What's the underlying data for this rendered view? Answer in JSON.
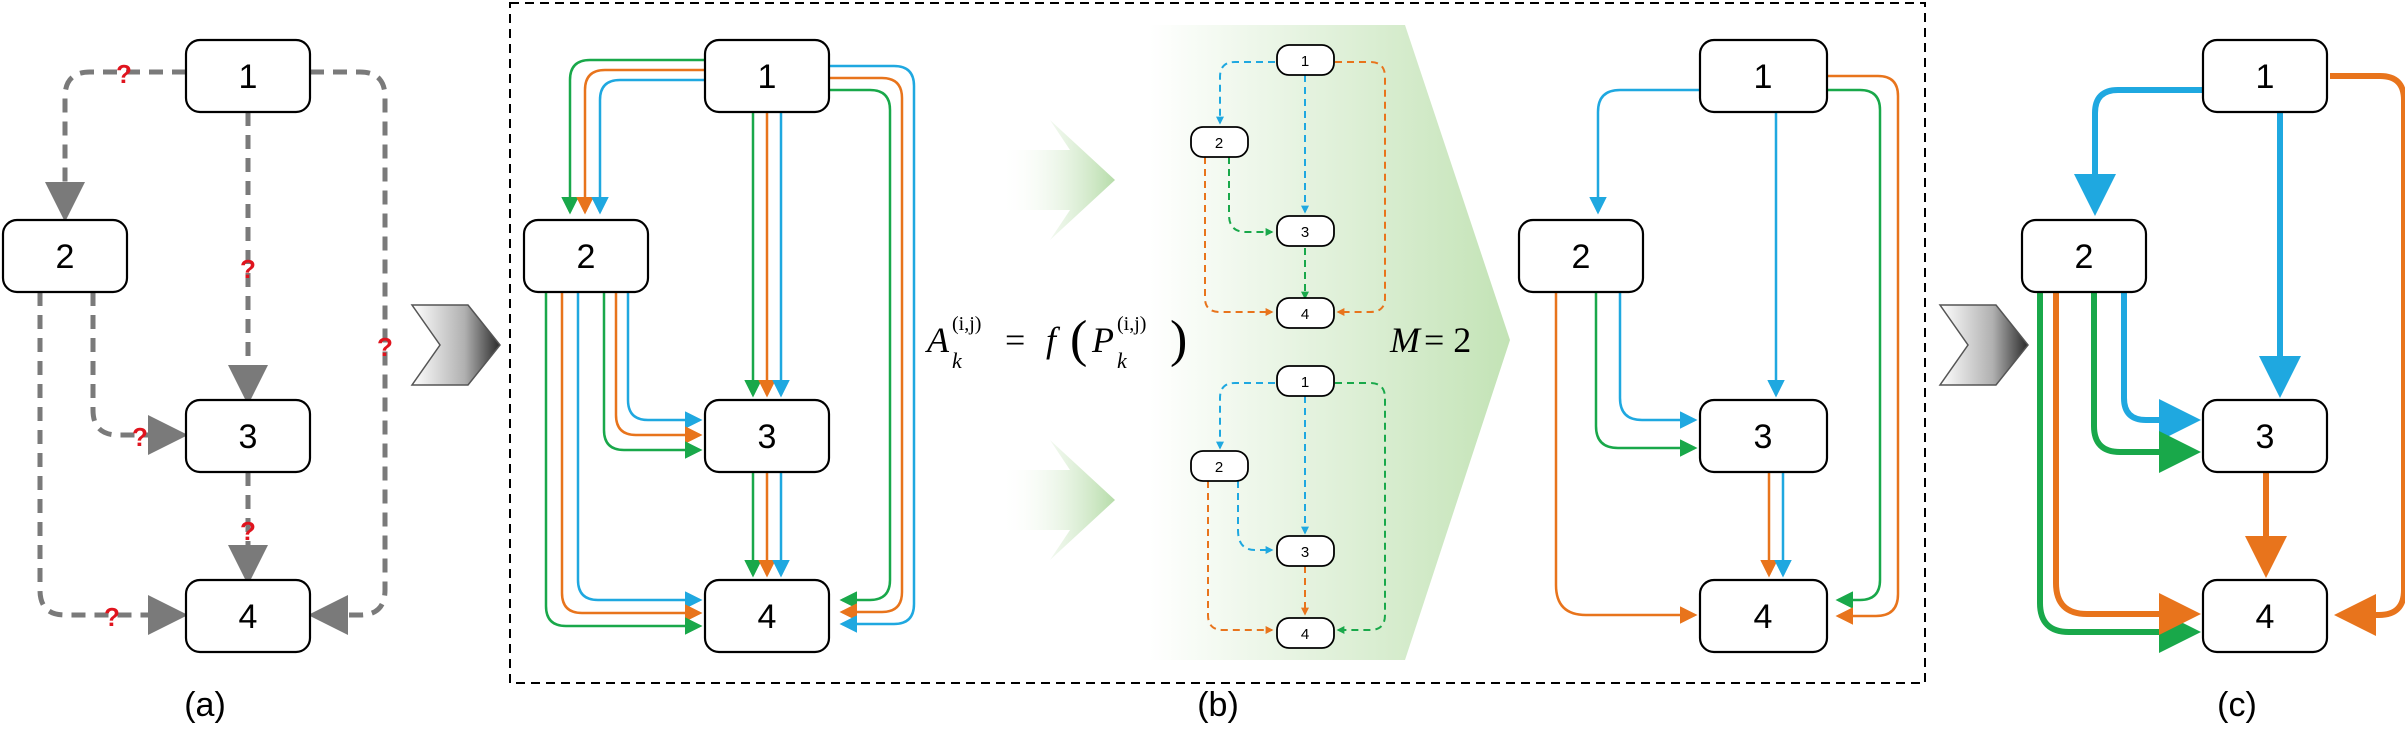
{
  "nodes": {
    "n1": "1",
    "n2": "2",
    "n3": "3",
    "n4": "4"
  },
  "panel_labels": {
    "a": "(a)",
    "b": "(b)",
    "c": "(c)"
  },
  "unknown_mark": "?",
  "formula": {
    "lhs_symbol": "A",
    "sub": "k",
    "sup": "(i,j)",
    "equals": "=",
    "func": "f",
    "arg_symbol": "P",
    "arg_sub": "k",
    "arg_sup": "(i,j)"
  },
  "m_label": {
    "symbol": "M",
    "equals": "= 2"
  },
  "colors": {
    "gray": "#7a7a7a",
    "blue": "#1fa8e0",
    "orange": "#e8741c",
    "green": "#19a84a",
    "red": "#e0141e",
    "green_fade": "#bfe0b4"
  }
}
